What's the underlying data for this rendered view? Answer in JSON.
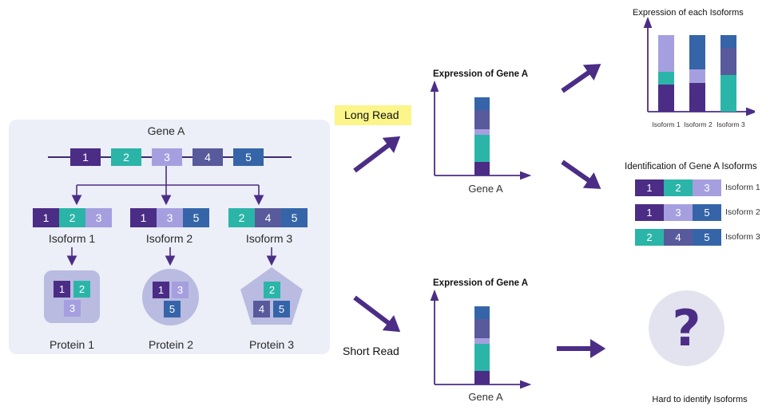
{
  "colors": {
    "exon1": "#4b2d86",
    "exon2": "#2bb5a8",
    "exon3": "#a69fdf",
    "exon4": "#585a9c",
    "exon5": "#3565a8",
    "arrow": "#4b2d86",
    "highlight": "#fbf58a",
    "panel": "#eceef8",
    "protein_shape": "#b9bbe0",
    "question_bg": "#e3e3f0"
  },
  "gene": {
    "title": "Gene A",
    "exons": [
      "1",
      "2",
      "3",
      "4",
      "5"
    ]
  },
  "isoforms": [
    {
      "label": "Isoform 1",
      "exons": [
        "1",
        "2",
        "3"
      ],
      "protein_label": "Protein 1",
      "shape": "rounded-square"
    },
    {
      "label": "Isoform 2",
      "exons": [
        "1",
        "3",
        "5"
      ],
      "protein_label": "Protein 2",
      "shape": "circle"
    },
    {
      "label": "Isoform 3",
      "exons": [
        "2",
        "4",
        "5"
      ],
      "protein_label": "Protein 3",
      "shape": "pentagon"
    }
  ],
  "long_read": {
    "label": "Long Read",
    "chart_title": "Expression of Gene A",
    "chart_xlabel": "Gene A"
  },
  "short_read": {
    "label": "Short Read",
    "chart_title": "Expression of Gene A",
    "chart_xlabel": "Gene A",
    "result_text": "Hard to identify Isoforms",
    "question_mark": "?"
  },
  "isoform_chart": {
    "title": "Expression of each Isoforms",
    "categories": [
      "Isoform 1",
      "Isoform 2",
      "Isoform 3"
    ]
  },
  "identification": {
    "title": "Identification of Gene A Isoforms",
    "rows": [
      {
        "exons": [
          "1",
          "2",
          "3"
        ],
        "label": "Isoform 1"
      },
      {
        "exons": [
          "1",
          "3",
          "5"
        ],
        "label": "Isoform 2"
      },
      {
        "exons": [
          "2",
          "4",
          "5"
        ],
        "label": "Isoform 3"
      }
    ]
  }
}
